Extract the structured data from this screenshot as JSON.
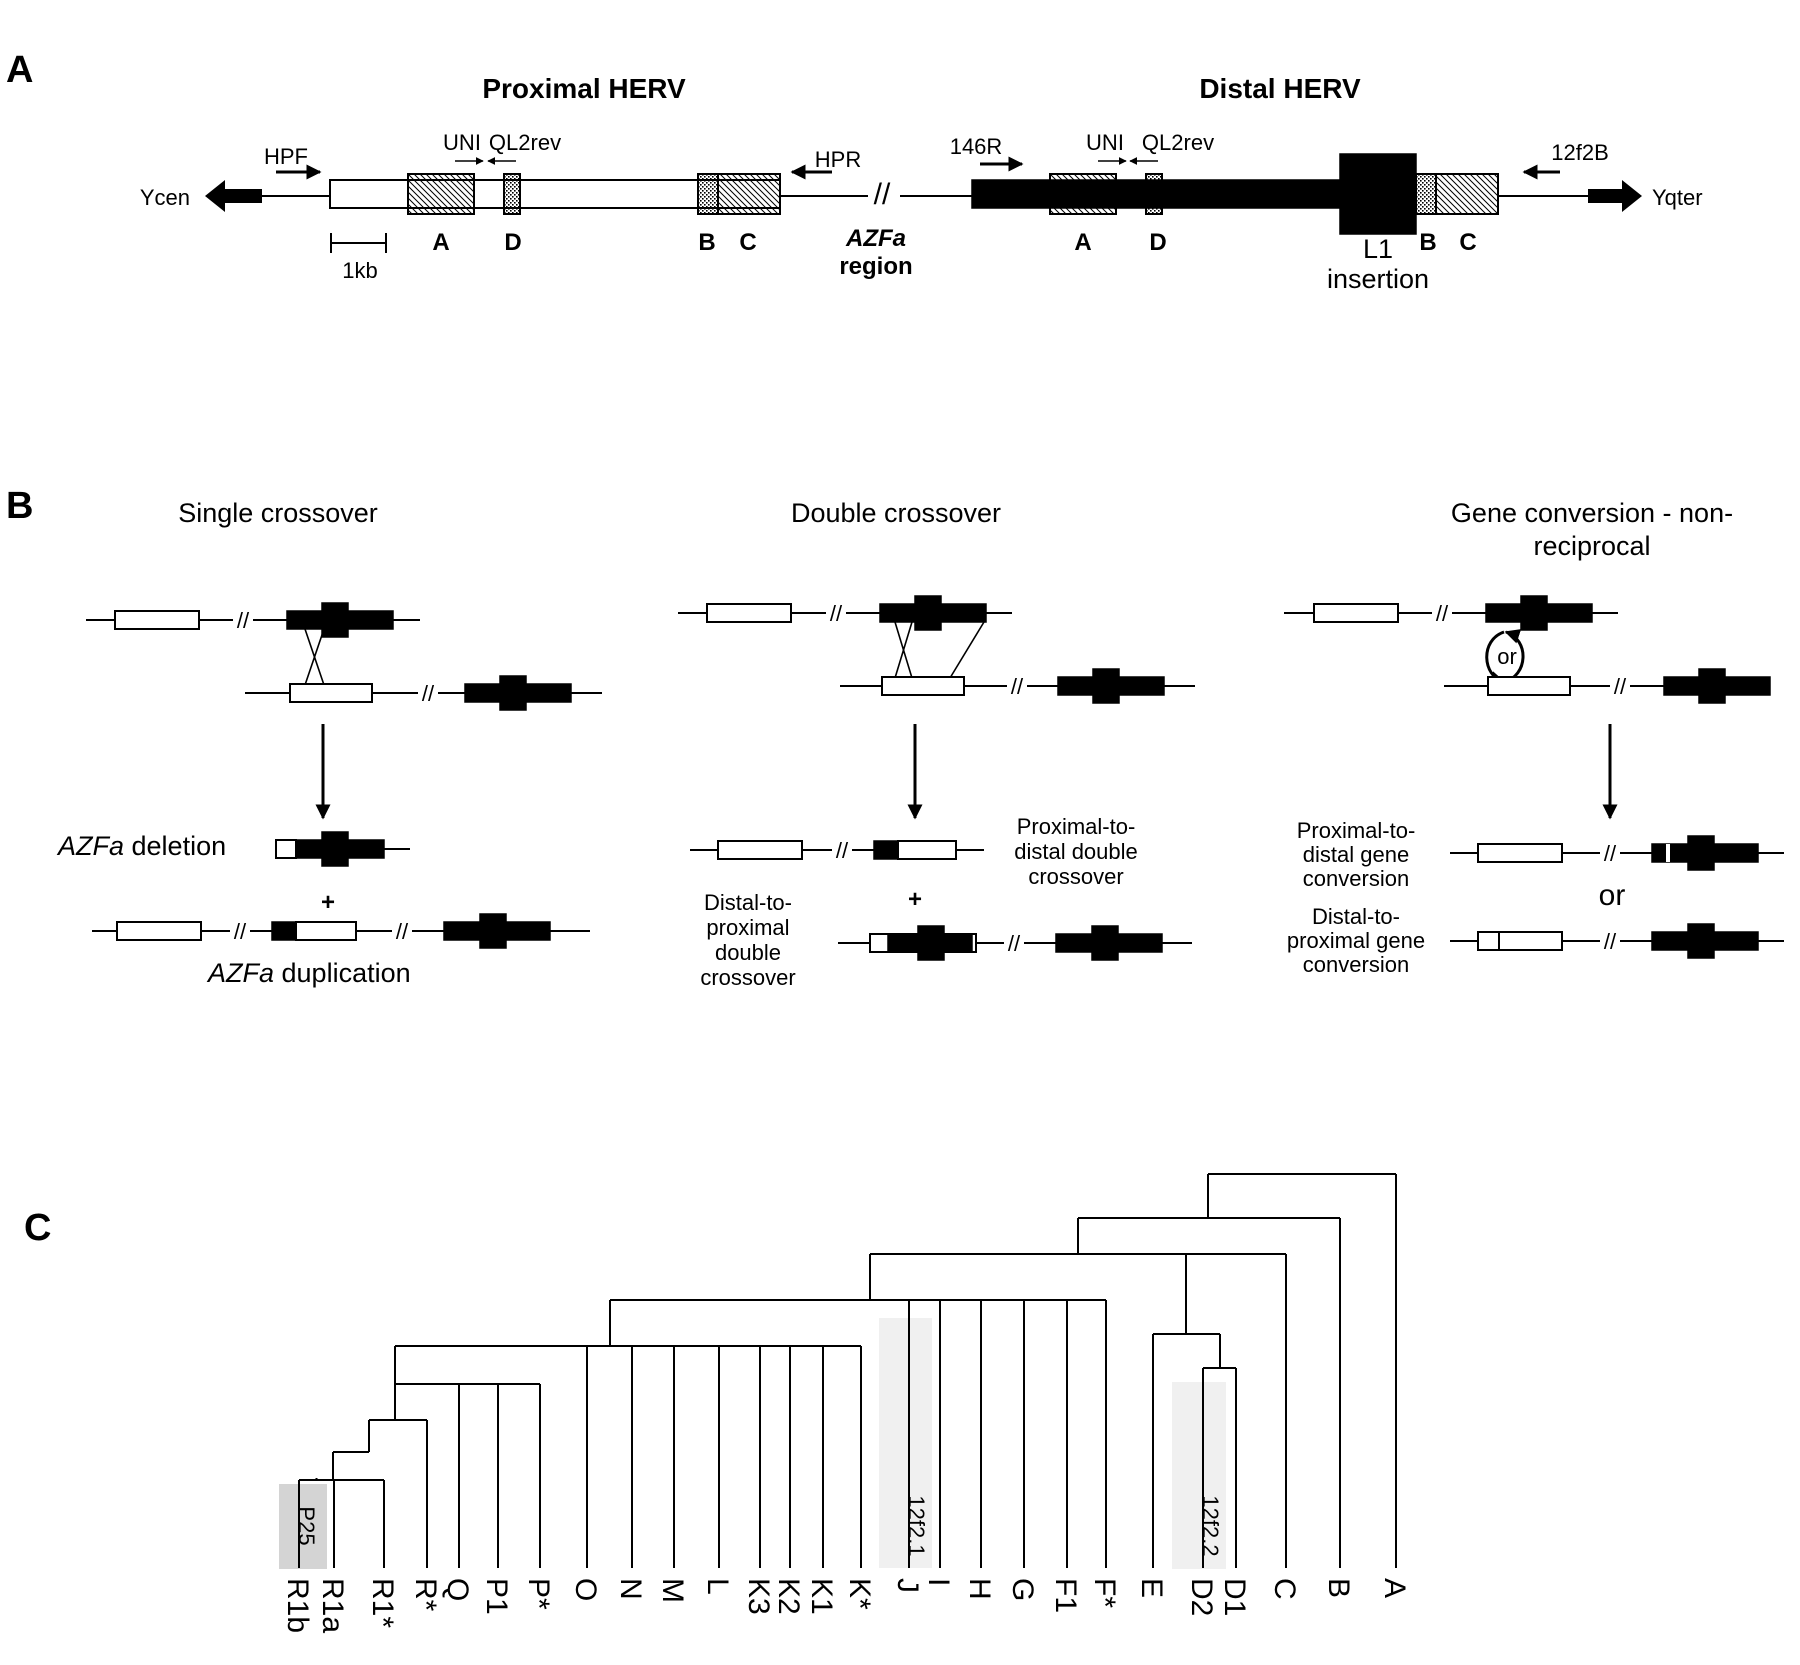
{
  "panel_a": {
    "label": "A",
    "proximal_title": "Proximal HERV",
    "distal_title": "Distal HERV",
    "ycen": "Ycen",
    "yqter": "Yqter",
    "primers": {
      "hpf": "HPF",
      "uni": "UNI",
      "ql2rev": "QL2rev",
      "hpr": "HPR",
      "r146": "146R",
      "f12b": "12f2B"
    },
    "blocks": {
      "a": "A",
      "b": "B",
      "c": "C",
      "d": "D"
    },
    "scale": "1kb",
    "azfa_1": "AZFa",
    "azfa_2": "region",
    "l1_1": "L1",
    "l1_2": "insertion"
  },
  "panel_b": {
    "label": "B",
    "single_title": "Single crossover",
    "double_title": "Double crossover",
    "gc_title_1": "Gene conversion - non-",
    "gc_title_2": "reciprocal",
    "azfa": "AZFa",
    "deletion": " deletion",
    "duplication": " duplication",
    "plus": "+",
    "or_small": "or",
    "or_large": "or",
    "p2d_double": [
      "Proximal-to-",
      "distal double",
      "crossover"
    ],
    "d2p_double": [
      "Distal-to-",
      "proximal",
      "double",
      "crossover"
    ],
    "p2d_gc": [
      "Proximal-to-",
      "distal gene",
      "conversion"
    ],
    "d2p_gc": [
      "Distal-to-",
      "proximal gene",
      "conversion"
    ]
  },
  "panel_c": {
    "label": "C",
    "leaves": [
      "R1b",
      "R1a",
      "R1*",
      "R*",
      "Q",
      "P1",
      "P*",
      "O",
      "N",
      "M",
      "L",
      "K3",
      "K2",
      "K1",
      "K*",
      "J",
      "I",
      "H",
      "G",
      "F1",
      "F*",
      "E",
      "D2",
      "D1",
      "C",
      "B",
      "A"
    ],
    "events": [
      "P25",
      "12f2.1",
      "12f2.2"
    ]
  }
}
